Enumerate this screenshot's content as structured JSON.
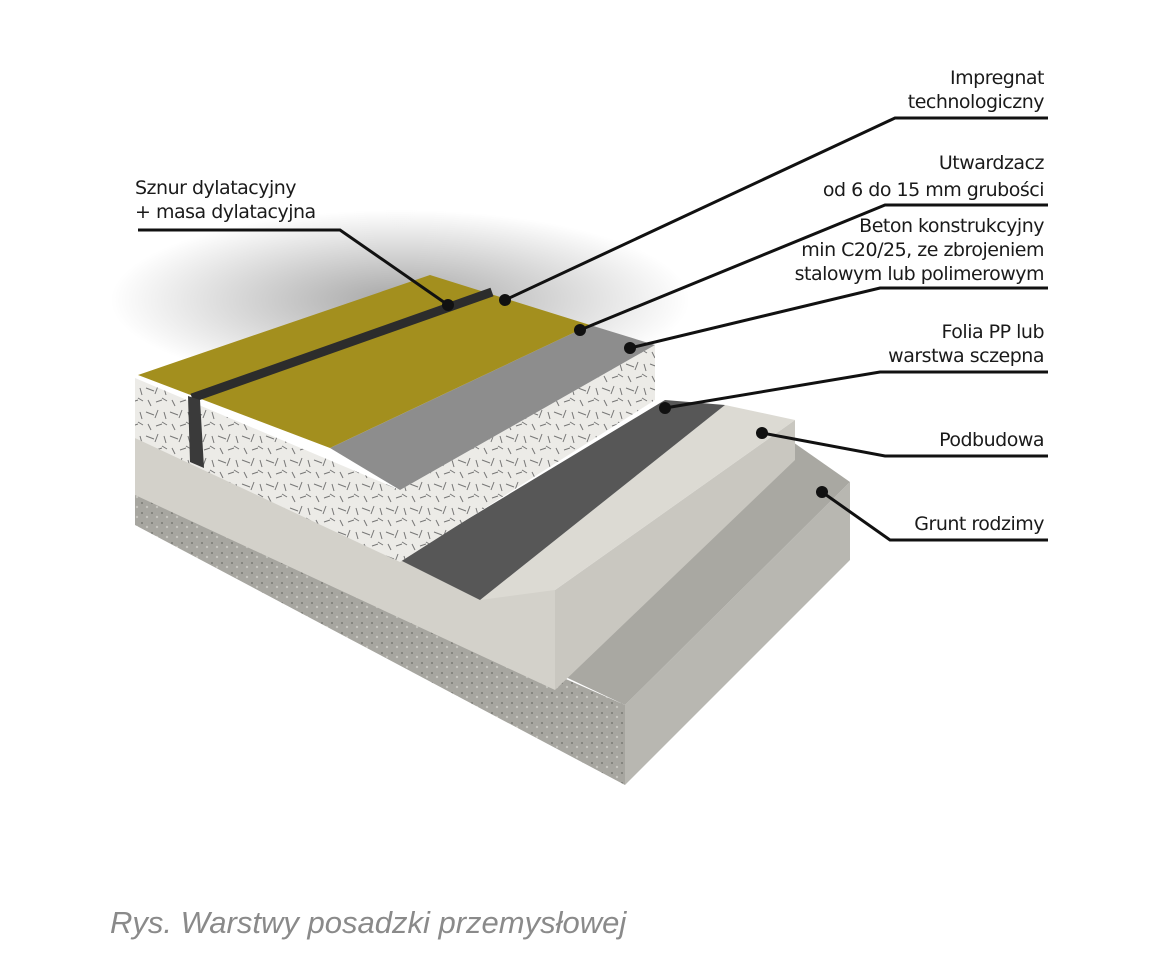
{
  "labels": {
    "impregnat": [
      "Impregnat",
      "technologiczny"
    ],
    "utwardzacz": [
      "Utwardzacz",
      "od 6 do 15 mm grubości"
    ],
    "beton": [
      "Beton konstrukcyjny",
      "min C20/25, ze zbrojeniem",
      "stalowym lub polimerowym"
    ],
    "folia": [
      "Folia PP lub",
      "warstwa sczepna"
    ],
    "podbudowa": [
      "Podbudowa"
    ],
    "grunt": [
      "Grunt rodzimy"
    ],
    "sznur": [
      "Sznur dylatacyjny",
      "+ masa dylatacyjna"
    ]
  },
  "caption": "Rys. Warstwy posadzki przemysłowej",
  "colors": {
    "hardener": "#a38f1e",
    "concrete": "#e8e8e4",
    "foil": "#555555",
    "base": "#cfccc4",
    "ground": "#9c9c96"
  }
}
